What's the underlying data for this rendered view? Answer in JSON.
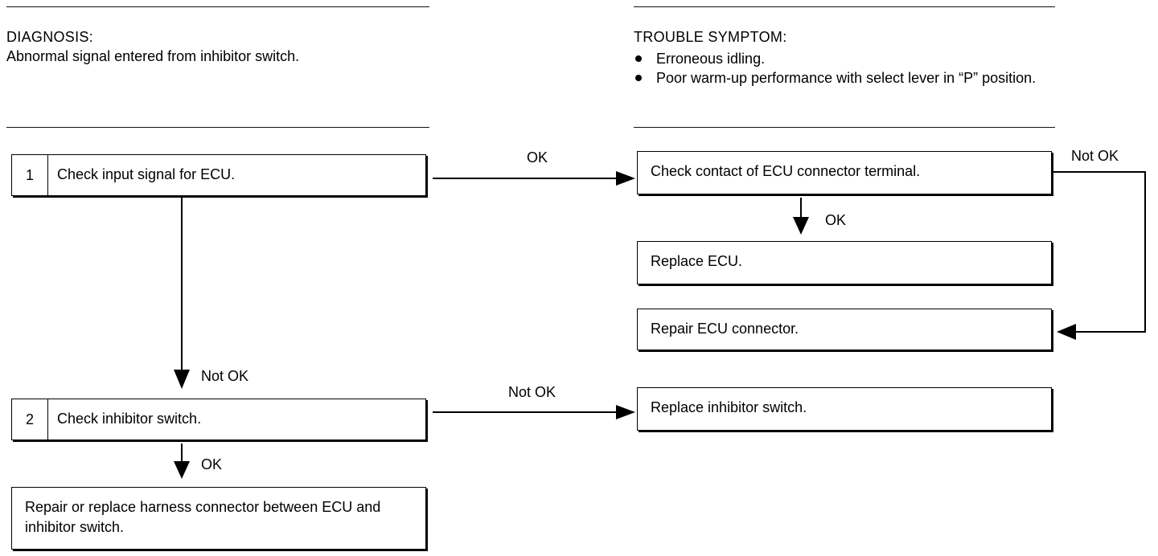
{
  "diagnosis": {
    "title": "DIAGNOSIS:",
    "text": "Abnormal signal entered from inhibitor switch."
  },
  "trouble_symptom": {
    "title": "TROUBLE SYMPTOM:",
    "items": [
      "Erroneous idling.",
      "Poor warm-up performance with select lever in “P” position."
    ]
  },
  "steps": [
    {
      "number": "1",
      "text": "Check input signal for ECU."
    },
    {
      "number": "2",
      "text": "Check inhibitor switch."
    }
  ],
  "actions": {
    "check_contact": "Check contact of ECU connector terminal.",
    "replace_ecu": "Replace ECU.",
    "repair_connector": "Repair ECU connector.",
    "replace_switch": "Replace inhibitor switch.",
    "repair_harness": "Repair or replace harness connector between ECU and inhibitor switch."
  },
  "labels": {
    "step1_ok": "OK",
    "step1_not_ok": "Not OK",
    "contact_ok": "OK",
    "contact_not_ok": "Not OK",
    "step2_not_ok": "Not OK",
    "step2_ok": "OK"
  }
}
